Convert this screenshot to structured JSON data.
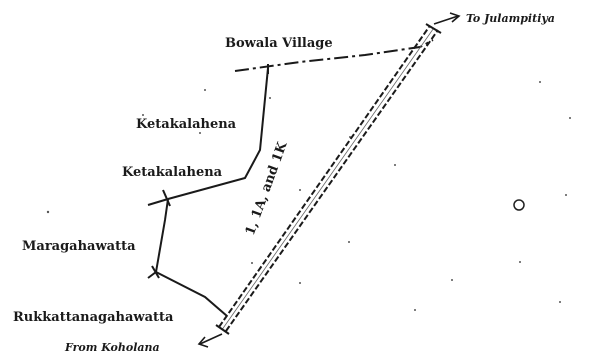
{
  "places": {
    "bowala": "Bowala Village",
    "ketakalahena_upper": "Ketakalahena",
    "ketakalahena_lower": "Ketakalahena",
    "maragahawatta": "Maragahawatta",
    "rukkattanagahawatta": "Rukkattanagahawatta"
  },
  "directions": {
    "to": "To Julampitiya",
    "from": "From Koholana"
  },
  "road": {
    "lots_label": "1, 1A, and 1K"
  }
}
